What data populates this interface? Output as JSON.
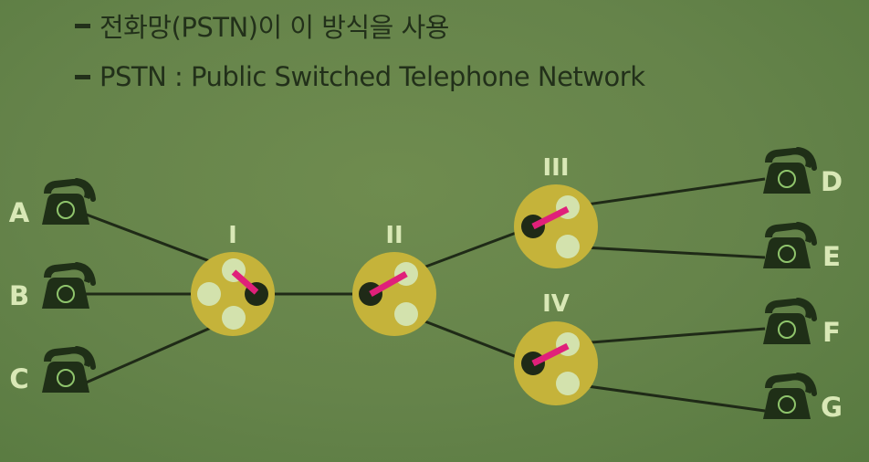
{
  "bullets": [
    {
      "text": "전화망(PSTN)이 이 방식을 사용"
    },
    {
      "text": "PSTN : Public Switched Telephone Network"
    }
  ],
  "phones": [
    {
      "id": "A",
      "label": "A"
    },
    {
      "id": "B",
      "label": "B"
    },
    {
      "id": "C",
      "label": "C"
    },
    {
      "id": "D",
      "label": "D"
    },
    {
      "id": "E",
      "label": "E"
    },
    {
      "id": "F",
      "label": "F"
    },
    {
      "id": "G",
      "label": "G"
    }
  ],
  "switches": [
    {
      "id": "I",
      "label": "I"
    },
    {
      "id": "II",
      "label": "II"
    },
    {
      "id": "III",
      "label": "III"
    },
    {
      "id": "IV",
      "label": "IV"
    }
  ],
  "colors": {
    "background": "#65834a",
    "phone": "#1f2f17",
    "line": "#1f2a17",
    "switch_disc": "#c5b33a",
    "port": "#d3e2ad",
    "active_port": "#1f2a17",
    "switch_arm": "#e0207a",
    "label": "#d9e8b6"
  }
}
